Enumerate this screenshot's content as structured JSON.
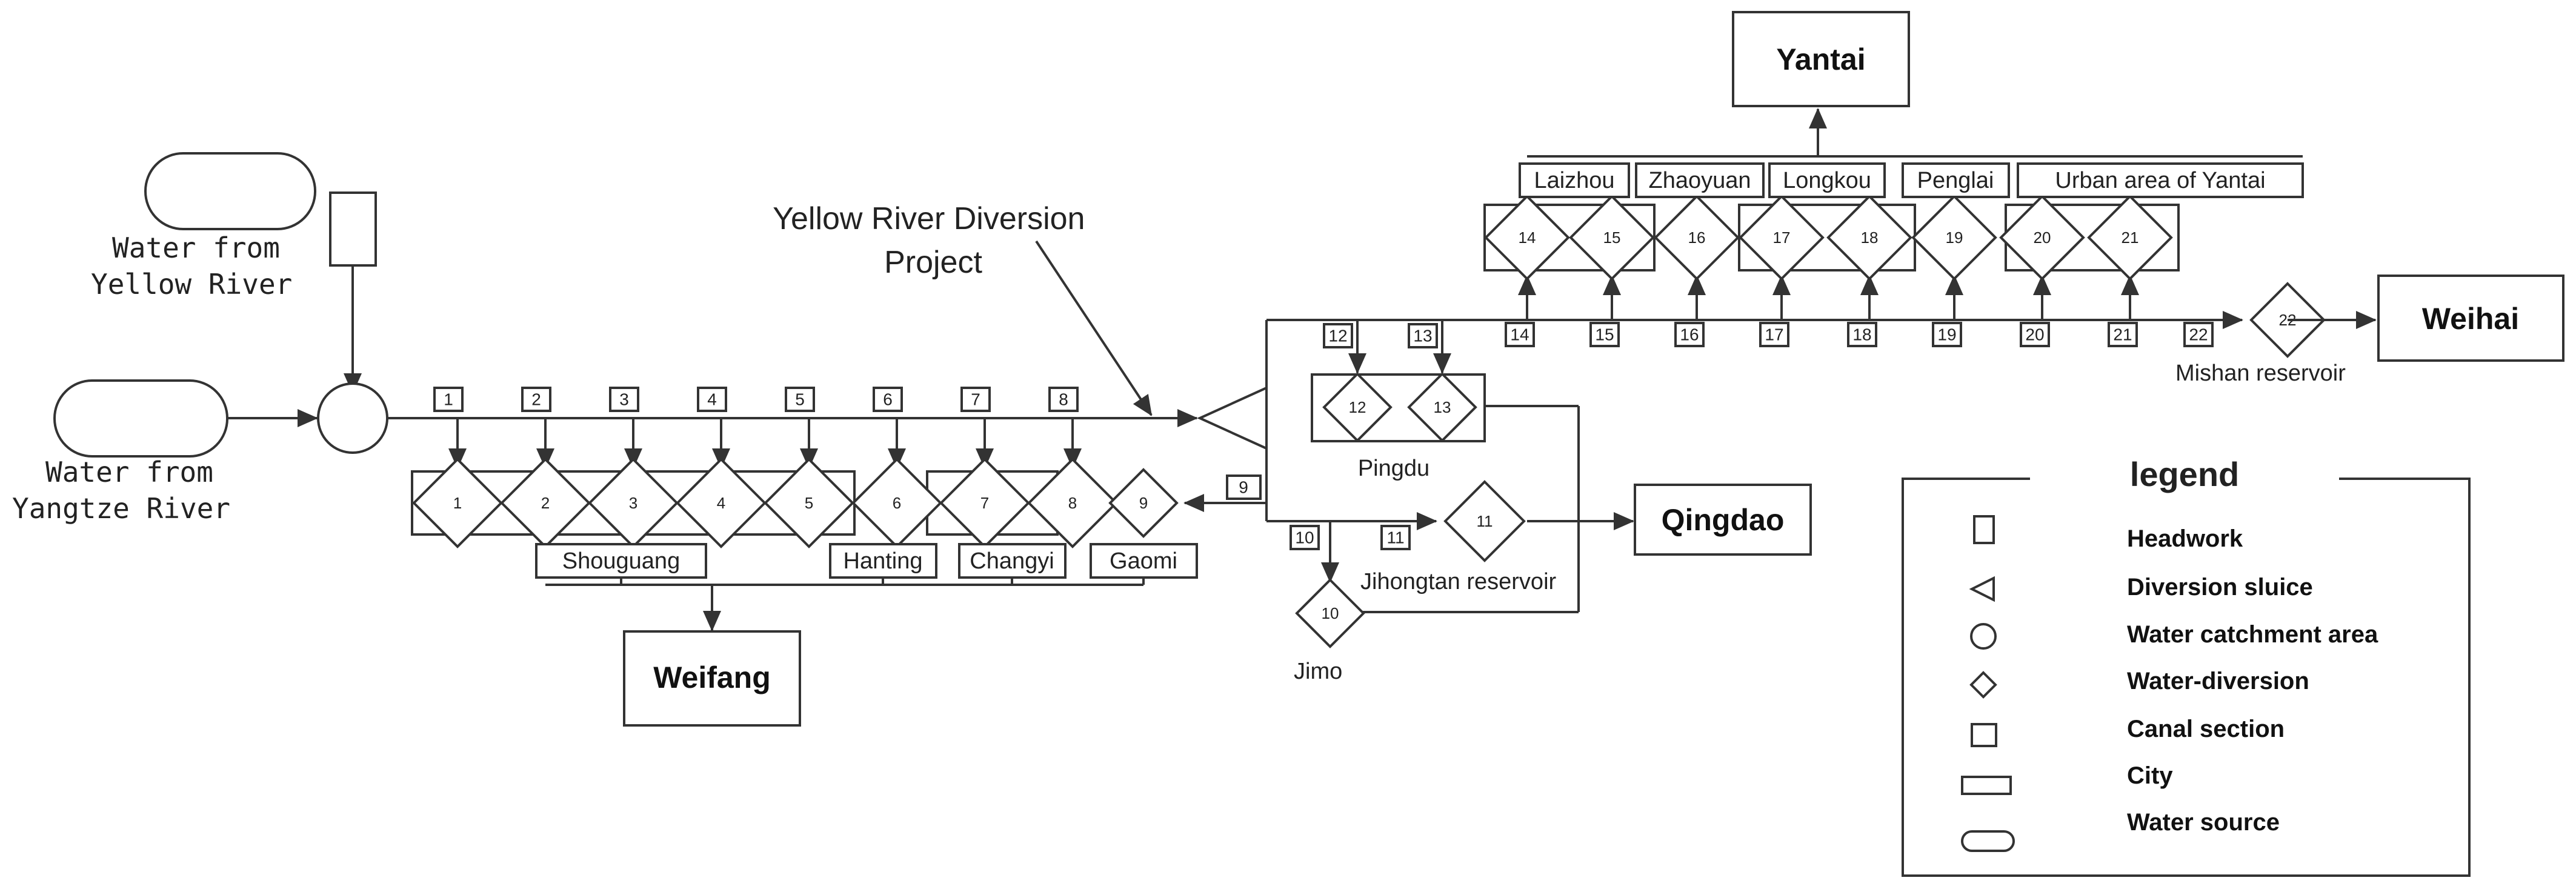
{
  "sources": {
    "yellow_river": "Water from\nYellow River",
    "yangtze_river": "Water from\nYangtze River"
  },
  "project_label": "Yellow River Diversion\nProject",
  "cities": {
    "yantai": "Yantai",
    "weihai": "Weihai",
    "qingdao": "Qingdao",
    "weifang": "Weifang"
  },
  "counties": {
    "laizhou": "Laizhou",
    "zhaoyuan": "Zhaoyuan",
    "longkou": "Longkou",
    "penglai": "Penglai",
    "yantai_urban": "Urban area of Yantai",
    "shouguang": "Shouguang",
    "hanting": "Hanting",
    "changyi": "Changyi",
    "gaomi": "Gaomi"
  },
  "places": {
    "pingdu": "Pingdu",
    "jimo": "Jimo",
    "jihongtan": "Jihongtan reservoir",
    "mishan": "Mishan reservoir"
  },
  "nodes": {
    "diversions": [
      "1",
      "2",
      "3",
      "4",
      "5",
      "6",
      "7",
      "8",
      "9",
      "10",
      "11",
      "12",
      "13",
      "14",
      "15",
      "16",
      "17",
      "18",
      "19",
      "20",
      "21",
      "22"
    ],
    "sections": [
      "1",
      "2",
      "3",
      "4",
      "5",
      "6",
      "7",
      "8",
      "9",
      "10",
      "11",
      "12",
      "13",
      "14",
      "15",
      "16",
      "17",
      "18",
      "19",
      "20",
      "21",
      "22"
    ]
  },
  "legend": {
    "title": "legend",
    "items": [
      {
        "icon": "headwork-icon",
        "label": "Headwork"
      },
      {
        "icon": "diversion-sluice-icon",
        "label": "Diversion sluice"
      },
      {
        "icon": "water-catchment-area-icon",
        "label": "Water catchment area"
      },
      {
        "icon": "water-diversion-icon",
        "label": "Water-diversion"
      },
      {
        "icon": "canal-section-icon",
        "label": "Canal section"
      },
      {
        "icon": "city-icon",
        "label": "City"
      },
      {
        "icon": "water-source-icon",
        "label": "Water source"
      }
    ]
  }
}
